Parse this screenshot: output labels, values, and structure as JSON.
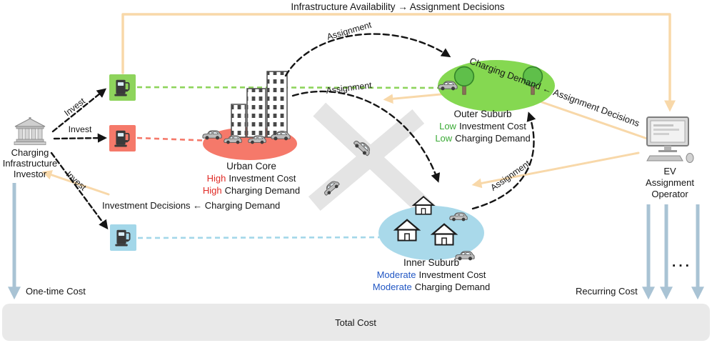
{
  "flows": {
    "top": "Infrastructure Availability → Assignment Decisions",
    "demand_from_assignment": "Charging Demand ← Assignment Decisions",
    "investment_from_demand": "Investment Decisions ← Charging Demand"
  },
  "edge_labels": {
    "invest_1": "Invest",
    "invest_2": "Invest",
    "invest_3": "Invest",
    "assignment_1": "Assignment",
    "assignment_2": "Assignment",
    "assignment_3": "Assignment"
  },
  "actors": {
    "investor": {
      "line1": "Charging",
      "line2": "Infrastructure",
      "line3": "Investor"
    },
    "operator": {
      "line1": "EV",
      "line2": "Assignment",
      "line3": "Operator"
    }
  },
  "regions": {
    "urban": {
      "name": "Urban Core",
      "cost_level": "High",
      "cost_label": "Investment Cost",
      "demand_level": "High",
      "demand_label": "Charging Demand"
    },
    "outer": {
      "name": "Outer Suburb",
      "cost_level": "Low",
      "cost_label": "Investment Cost",
      "demand_level": "Low",
      "demand_label": "Charging Demand"
    },
    "inner": {
      "name": "Inner Suburb",
      "cost_level": "Moderate",
      "cost_label": "Investment Cost",
      "demand_level": "Moderate",
      "demand_label": "Charging Demand"
    }
  },
  "costs": {
    "one_time": "One-time Cost",
    "recurring": "Recurring Cost",
    "total": "Total Cost",
    "ellipsis": "···"
  },
  "colors": {
    "peach_arrow": "#f8d8a9",
    "cost_arrow": "#a9c3d4",
    "urban_fill": "#f5796a",
    "outer_fill": "#85d851",
    "inner_fill": "#a9d9ea",
    "station_green": "#8ed45c",
    "station_red": "#f5796a",
    "station_blue": "#a3d7e9",
    "high_text": "#e02b26",
    "low_text": "#3aaa35",
    "moderate_text": "#2257c4"
  }
}
